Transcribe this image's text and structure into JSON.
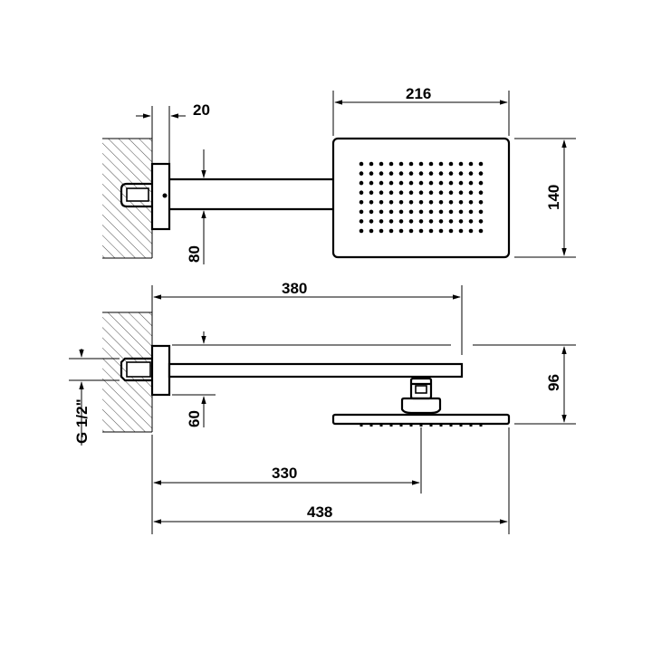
{
  "dimensions": {
    "top_wall_thickness": "20",
    "shower_head_width": "216",
    "shower_head_depth": "140",
    "arm_square_section": "80",
    "arm_length": "380",
    "vertical_drop": "96",
    "thread": "G 1/2\"",
    "arm_height": "60",
    "head_center_offset": "330",
    "total_projection": "438"
  },
  "nozzle_grid": {
    "columns": 13,
    "rows": 8
  },
  "colors": {
    "ink": "#000000",
    "background": "#ffffff"
  }
}
